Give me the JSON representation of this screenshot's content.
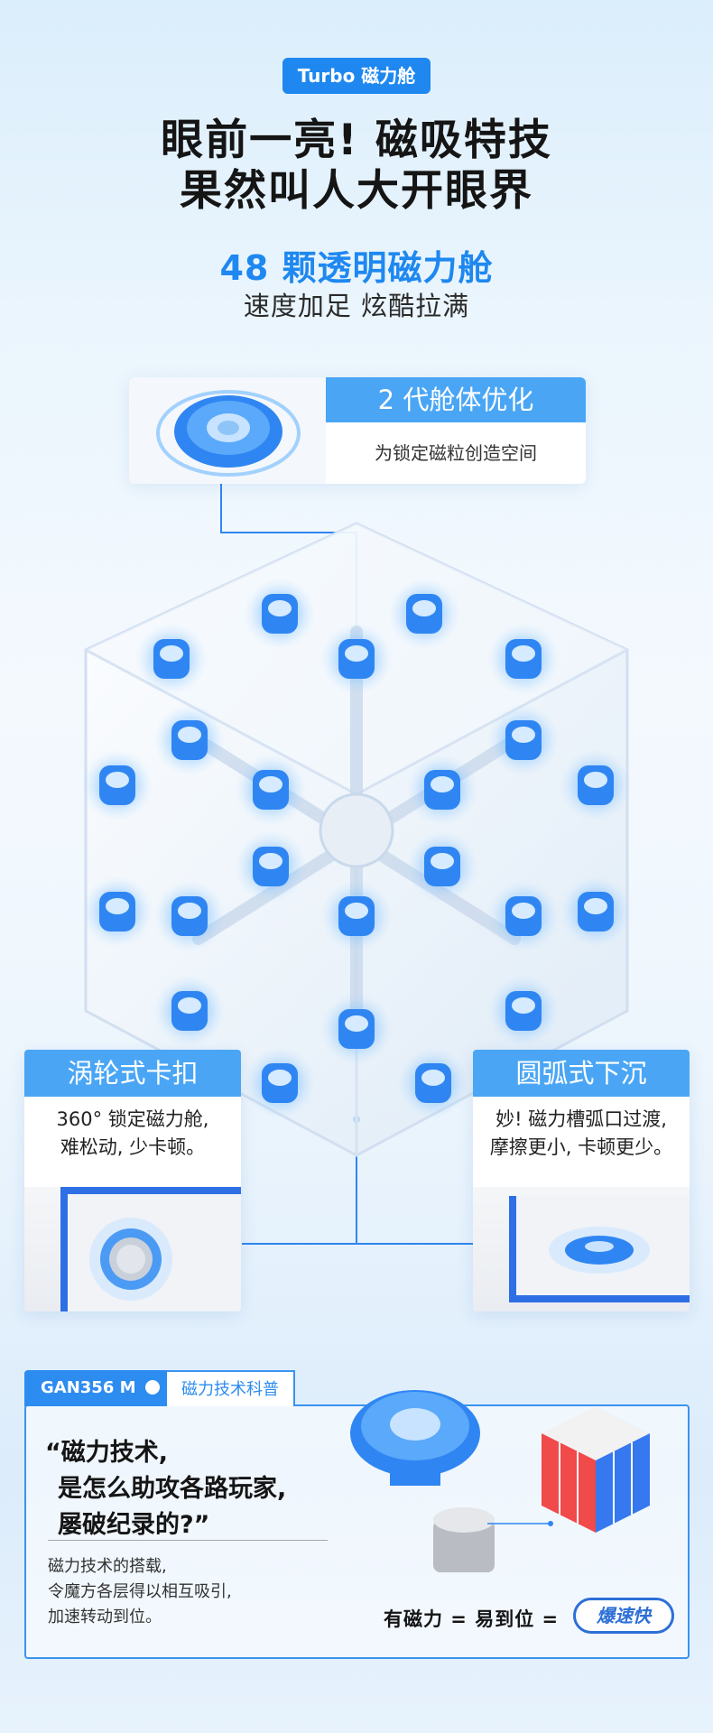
{
  "header": {
    "tag": "Turbo 磁力舱",
    "headline_line1": "眼前一亮! 磁吸特技",
    "headline_line2": "果然叫人大开眼界",
    "sub_blue": "48 颗透明磁力舱",
    "sub_dark": "速度加足  炫酷拉满"
  },
  "feature_top": {
    "title": "2 代舱体优化",
    "desc": "为锁定磁粒创造空间"
  },
  "feature_left": {
    "title": "涡轮式卡扣",
    "desc_line1": "360° 锁定磁力舱,",
    "desc_line2": "难松动, 少卡顿。"
  },
  "feature_right": {
    "title": "圆弧式下沉",
    "desc_line1": "妙! 磁力槽弧口过渡,",
    "desc_line2": "摩擦更小, 卡顿更少。"
  },
  "science": {
    "brand_tag": "GAN356 M",
    "section_tag": "磁力技术科普",
    "quote_line1": "“磁力技术,",
    "quote_line2": "是怎么助攻各路玩家,",
    "quote_line3": "屡破纪录的?”",
    "desc_line1": "磁力技术的搭载,",
    "desc_line2": "令魔方各层得以相互吸引,",
    "desc_line3": "加速转动到位。",
    "formula": "有磁力 = 易到位 =",
    "badge": "爆速快"
  },
  "colors": {
    "accent": "#1e88f0",
    "title_bar": "#4aa6f5",
    "magnet_blue": "#2f86f2"
  }
}
